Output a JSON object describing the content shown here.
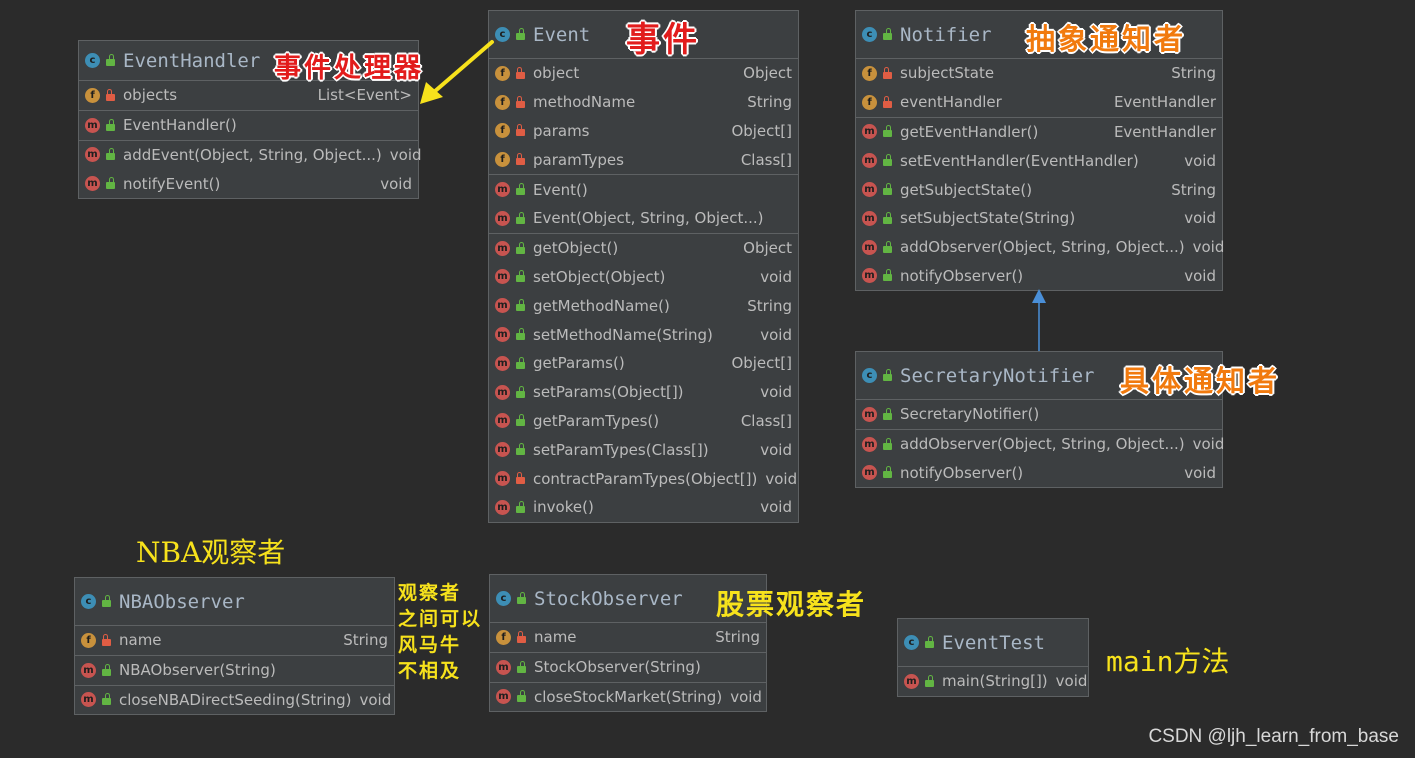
{
  "diagram": {
    "classes": {
      "event_handler": {
        "name": "EventHandler",
        "fields": [
          {
            "name": "objects",
            "type": "List<Event>"
          }
        ],
        "constructors": [
          {
            "name": "EventHandler()",
            "type": ""
          }
        ],
        "methods": [
          {
            "name": "addEvent(Object, String, Object...)",
            "type": "void"
          },
          {
            "name": "notifyEvent()",
            "type": "void"
          }
        ]
      },
      "event": {
        "name": "Event",
        "fields": [
          {
            "name": "object",
            "type": "Object"
          },
          {
            "name": "methodName",
            "type": "String"
          },
          {
            "name": "params",
            "type": "Object[]"
          },
          {
            "name": "paramTypes",
            "type": "Class[]"
          }
        ],
        "constructors": [
          {
            "name": "Event()",
            "type": ""
          },
          {
            "name": "Event(Object, String, Object...)",
            "type": ""
          }
        ],
        "methods": [
          {
            "name": "getObject()",
            "type": "Object"
          },
          {
            "name": "setObject(Object)",
            "type": "void"
          },
          {
            "name": "getMethodName()",
            "type": "String"
          },
          {
            "name": "setMethodName(String)",
            "type": "void"
          },
          {
            "name": "getParams()",
            "type": "Object[]"
          },
          {
            "name": "setParams(Object[])",
            "type": "void"
          },
          {
            "name": "getParamTypes()",
            "type": "Class[]"
          },
          {
            "name": "setParamTypes(Class[])",
            "type": "void"
          },
          {
            "name": "contractParamTypes(Object[])",
            "type": "void"
          },
          {
            "name": "invoke()",
            "type": "void"
          }
        ]
      },
      "notifier": {
        "name": "Notifier",
        "fields": [
          {
            "name": "subjectState",
            "type": "String"
          },
          {
            "name": "eventHandler",
            "type": "EventHandler"
          }
        ],
        "methods": [
          {
            "name": "getEventHandler()",
            "type": "EventHandler"
          },
          {
            "name": "setEventHandler(EventHandler)",
            "type": "void"
          },
          {
            "name": "getSubjectState()",
            "type": "String"
          },
          {
            "name": "setSubjectState(String)",
            "type": "void"
          },
          {
            "name": "addObserver(Object, String, Object...)",
            "type": "void"
          },
          {
            "name": "notifyObserver()",
            "type": "void"
          }
        ]
      },
      "secretary_notifier": {
        "name": "SecretaryNotifier",
        "constructors": [
          {
            "name": "SecretaryNotifier()",
            "type": ""
          }
        ],
        "methods": [
          {
            "name": "addObserver(Object, String, Object...)",
            "type": "void"
          },
          {
            "name": "notifyObserver()",
            "type": "void"
          }
        ]
      },
      "nba_observer": {
        "name": "NBAObserver",
        "fields": [
          {
            "name": "name",
            "type": "String"
          }
        ],
        "constructors": [
          {
            "name": "NBAObserver(String)",
            "type": ""
          }
        ],
        "methods": [
          {
            "name": "closeNBADirectSeeding(String)",
            "type": "void"
          }
        ]
      },
      "stock_observer": {
        "name": "StockObserver",
        "fields": [
          {
            "name": "name",
            "type": "String"
          }
        ],
        "constructors": [
          {
            "name": "StockObserver(String)",
            "type": ""
          }
        ],
        "methods": [
          {
            "name": "closeStockMarket(String)",
            "type": "void"
          }
        ]
      },
      "event_test": {
        "name": "EventTest",
        "methods": [
          {
            "name": "main(String[])",
            "type": "void"
          }
        ]
      }
    },
    "annotations": {
      "event_handler": "事件处理器",
      "event": "事件",
      "notifier": "抽象通知者",
      "secretary_notifier": "具体通知者",
      "nba_observer": "NBA观察者",
      "stock_observer": "股票观察者",
      "main_method": "main方法",
      "observers_note": [
        "观察者",
        "之间可以",
        "风马牛",
        "不相及"
      ]
    },
    "watermark": "CSDN @ljh_learn_from_base",
    "colors": {
      "background": "#2b2b2b",
      "class_box": "#3c3f41",
      "annotation_red": "#e21c1c",
      "annotation_orange": "#f17a0e",
      "annotation_yellow": "#f7e21c",
      "arrow_yellow": "#f7e21c",
      "inheritance_arrow": "#4a8fd8",
      "public_icon": "#62b543",
      "private_icon": "#e05d44"
    },
    "icons": {
      "class": "class-c-icon",
      "field": "field-f-icon",
      "method": "method-m-icon",
      "public": "public-lock-icon",
      "private": "private-lock-icon"
    }
  }
}
